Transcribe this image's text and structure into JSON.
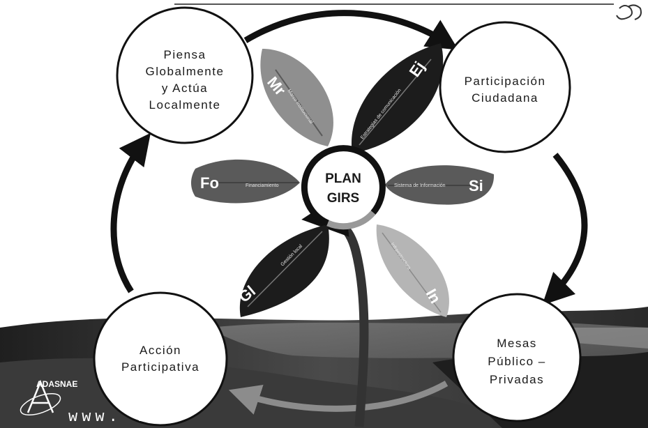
{
  "cycle_nodes": {
    "top_left": {
      "lines": [
        "Piensa",
        "Globalmente",
        "y Actúa",
        "Localmente"
      ]
    },
    "top_right": {
      "lines": [
        "Participación",
        "Ciudadana"
      ]
    },
    "bottom_right": {
      "lines": [
        "Mesas",
        "Público –",
        "Privadas"
      ]
    },
    "bottom_left": {
      "lines": [
        "Acción",
        "Participativa"
      ]
    }
  },
  "center": {
    "line1": "PLAN",
    "line2": "GIRS"
  },
  "leaves": {
    "mr": {
      "code": "Mr",
      "label": "Marco Institucional"
    },
    "ej": {
      "code": "Ej",
      "label": "Estrategias de comunicación"
    },
    "fo": {
      "code": "Fo",
      "label": "Financiamiento"
    },
    "si": {
      "code": "Si",
      "label": "Sistema de Información"
    },
    "gl": {
      "code": "Gl",
      "label": "Gestión local"
    },
    "in": {
      "code": "In",
      "label": "Infraestructura"
    }
  },
  "footer": {
    "brand": "ADASNAE",
    "website": "www.        .cl"
  },
  "colors": {
    "leaf_dark": "#1c1c1c",
    "leaf_mid": "#5a5a5a",
    "leaf_light": "#8f8f8f",
    "leaf_lighter": "#b5b5b5",
    "arrow": "#111111",
    "landscape_dark": "#2b2b2b",
    "landscape_mid": "#6a6a6a"
  }
}
